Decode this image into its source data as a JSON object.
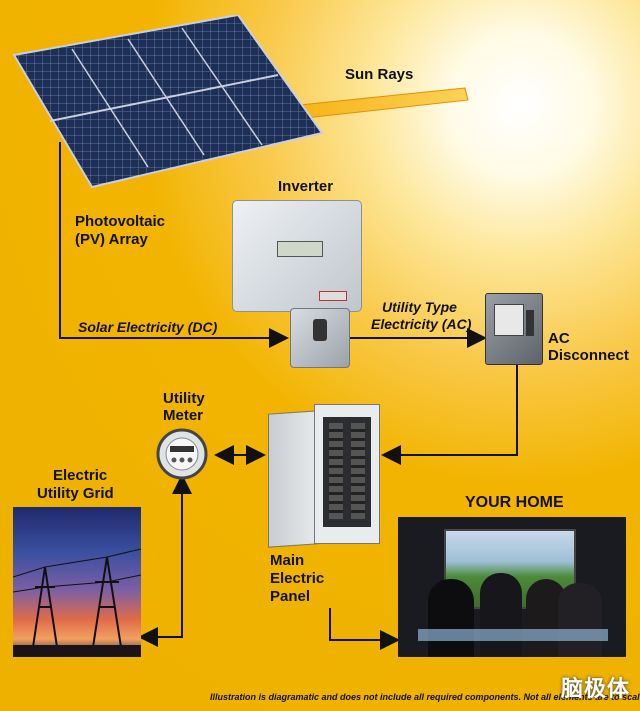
{
  "labels": {
    "sun_rays": "Sun Rays",
    "inverter": "Inverter",
    "pv_array_line1": "Photovoltaic",
    "pv_array_line2": "(PV) Array",
    "solar_electricity": "Solar Electricity (DC)",
    "utility_type_line1": "Utility Type",
    "utility_type_line2": "Electricity (AC)",
    "ac_disconnect_line1": "AC",
    "ac_disconnect_line2": "Disconnect",
    "utility_meter_line1": "Utility",
    "utility_meter_line2": "Meter",
    "grid_line1": "Electric",
    "grid_line2": "Utility Grid",
    "your_home": "YOUR HOME",
    "panel_line1": "Main",
    "panel_line2": "Electric",
    "panel_line3": "Panel"
  },
  "footer": "Illustration is diagramatic and does not include all required components. Not all elements are to scale.",
  "watermark": "脑极体",
  "colors": {
    "background": "#f2b400",
    "arrow": "#111111",
    "sun_arrow": "#f2a900"
  },
  "icons": [
    "solar-panel-icon",
    "inverter-icon",
    "ac-disconnect-icon",
    "utility-meter-icon",
    "electric-panel-icon",
    "power-tower-icon",
    "home-tv-icon",
    "sun-icon"
  ]
}
